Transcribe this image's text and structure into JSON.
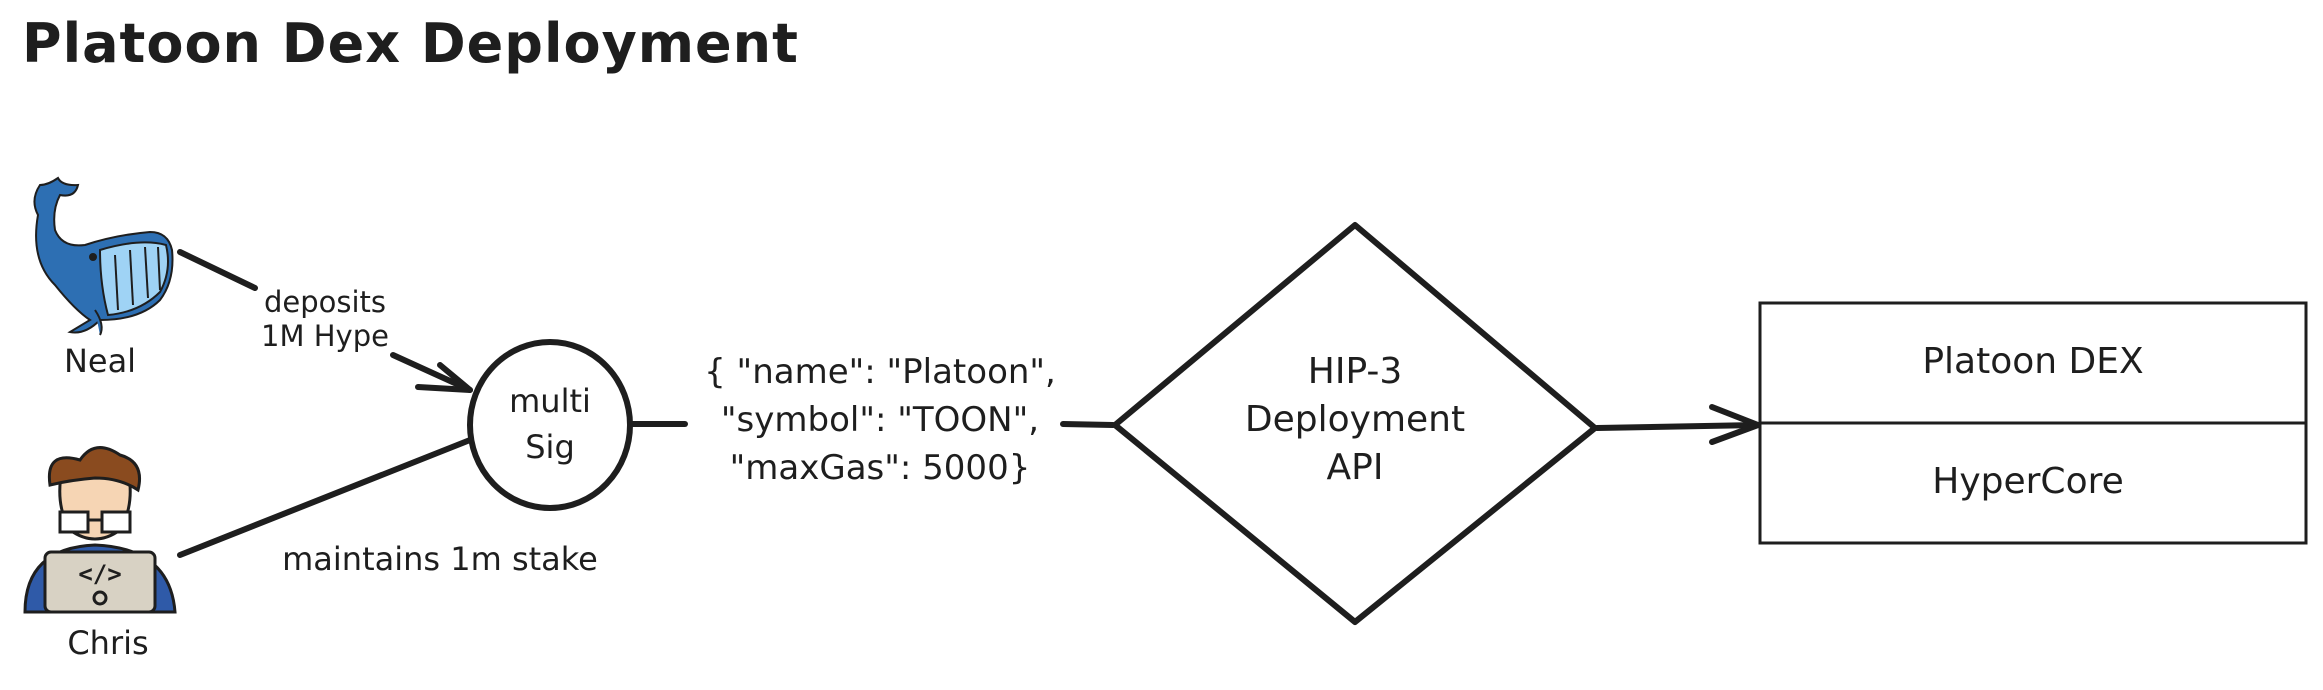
{
  "title": "Platoon Dex Deployment",
  "actors": {
    "neal": {
      "name": "Neal",
      "icon": "whale-icon"
    },
    "chris": {
      "name": "Chris",
      "icon": "developer-avatar-icon"
    }
  },
  "edges": {
    "neal_to_multisig": "deposits\n1M Hype",
    "chris_to_multisig": "maintains 1m stake",
    "multisig_to_api": "{ \"name\": \"Platoon\",\n\"symbol\": \"TOON\",\n\"maxGas\": 5000}"
  },
  "nodes": {
    "multisig": "multi\nSig",
    "api": "HIP-3\nDeployment\nAPI",
    "stack": [
      "Platoon DEX",
      "HyperCore"
    ]
  },
  "colors": {
    "stroke": "#1e1e1e",
    "whale": "#2d6fb3",
    "whale_light": "#9fd3f5",
    "hair": "#8a4b1f",
    "laptop": "#d8d2c4",
    "shirt": "#2f5aa8"
  }
}
